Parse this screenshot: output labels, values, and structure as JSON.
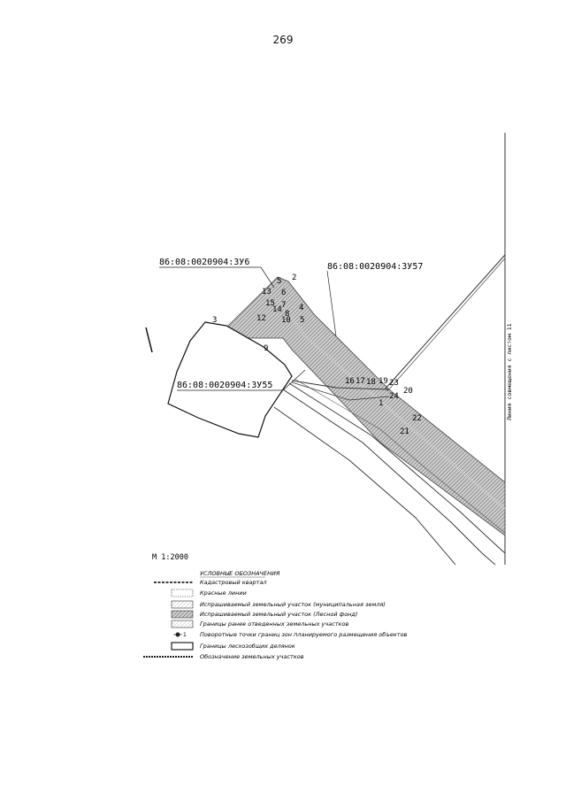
{
  "page": {
    "number": "269"
  },
  "map": {
    "parcel_labels": [
      "86:08:0020904:ЗУ6",
      "86:08:0020904:ЗУ57",
      "86:08:0020904:ЗУ55"
    ],
    "point_numbers": [
      "2",
      "5",
      "13",
      "6",
      "15",
      "7",
      "14",
      "8",
      "4",
      "3",
      "12",
      "10",
      "5",
      "9",
      "16",
      "17",
      "18",
      "19",
      "1",
      "23",
      "20",
      "24",
      "22",
      "21"
    ],
    "scale": "М 1:2000",
    "sheet_note": "Линия совмещения с листом 11"
  },
  "legend": {
    "title": "УСЛОВНЫЕ ОБОЗНАЧЕНИЯ",
    "items": [
      {
        "text": "Кадастровый квартал"
      },
      {
        "text": "Красные линии"
      },
      {
        "text": "Испрашиваемый земельный участок (муниципальная земля)"
      },
      {
        "text": "Испрашиваемый земельный участок (Лесной фонд)"
      },
      {
        "text": "Границы ранее отведенных земельных участков"
      },
      {
        "text": "Поворотные точки границ зон планируемого размещения объектов"
      },
      {
        "text": "Границы лесхозобщих делянок"
      },
      {
        "text": "Обозначение земельных участков"
      }
    ]
  }
}
